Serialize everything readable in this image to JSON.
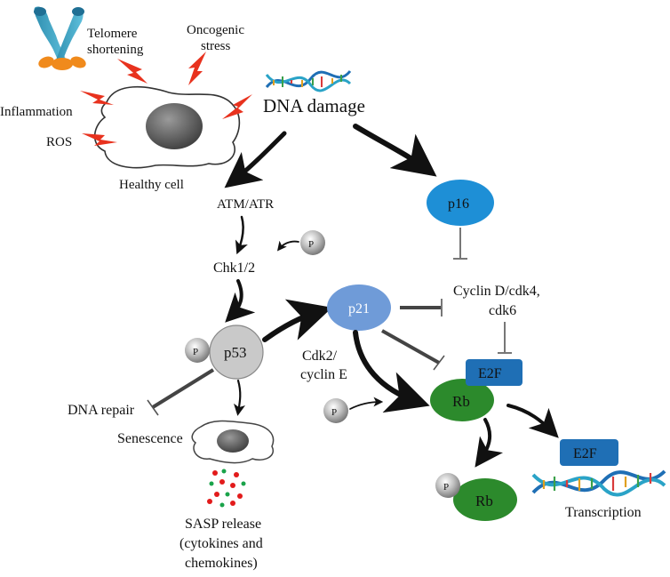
{
  "stressors": {
    "telomere": "Telomere\nshortening",
    "oncogenic": "Oncogenic\nstress",
    "inflammation": "Inflammation",
    "ros": "ROS"
  },
  "healthy_cell": "Healthy cell",
  "dna_damage": "DNA damage",
  "atm_atr": "ATM/ATR",
  "chk": "Chk1/2",
  "p53": "p53",
  "p21": "p21",
  "p16": "p16",
  "phospho": "P",
  "cyclin_d": "Cyclin D/cdk4,\ncdk6",
  "cdk2": "Cdk2/\ncyclin E",
  "e2f": "E2F",
  "rb": "Rb",
  "dna_repair": "DNA repair",
  "senescence": "Senescence",
  "sasp": "SASP release\n(cytokines and\nchemokines)",
  "transcription": "Transcription",
  "colors": {
    "p16": "#1e8fd6",
    "p21": "#6f9bd8",
    "p53": "#c9c9c9",
    "rb": "#2c8a2c",
    "e2f": "#1f6fb5",
    "lightning": "#e8321e",
    "sasp_red": "#e21b1b",
    "sasp_green": "#1aa34a"
  }
}
